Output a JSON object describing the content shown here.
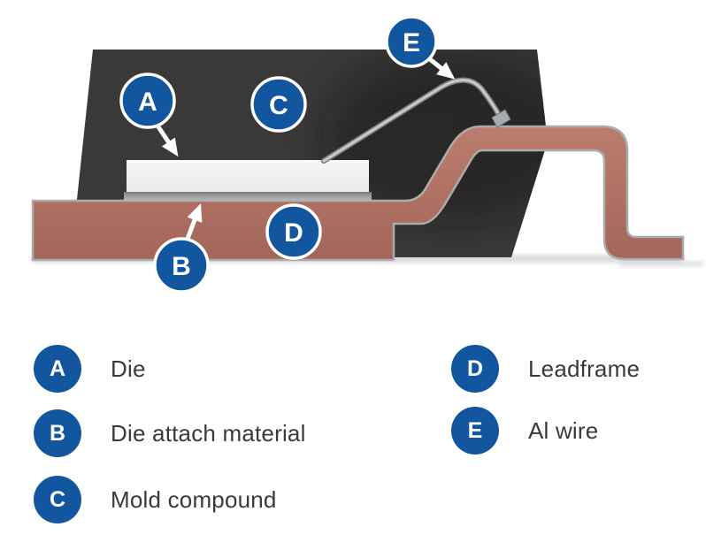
{
  "legend": {
    "items": [
      {
        "letter": "A",
        "label": "Die"
      },
      {
        "letter": "B",
        "label": "Die attach material"
      },
      {
        "letter": "C",
        "label": "Mold compound"
      },
      {
        "letter": "D",
        "label": "Leadframe"
      },
      {
        "letter": "E",
        "label": "Al wire"
      }
    ]
  },
  "colors": {
    "marker_blue": "#1356a0",
    "mold_compound": "#3b3938",
    "leadframe": "#b07265",
    "die": "#f1f1ef",
    "die_attach": "#a9adaf",
    "wire": "#c6cacd",
    "outline_gray": "#ababab",
    "legend_text": "#3a3a3a",
    "background": "#ffffff"
  }
}
